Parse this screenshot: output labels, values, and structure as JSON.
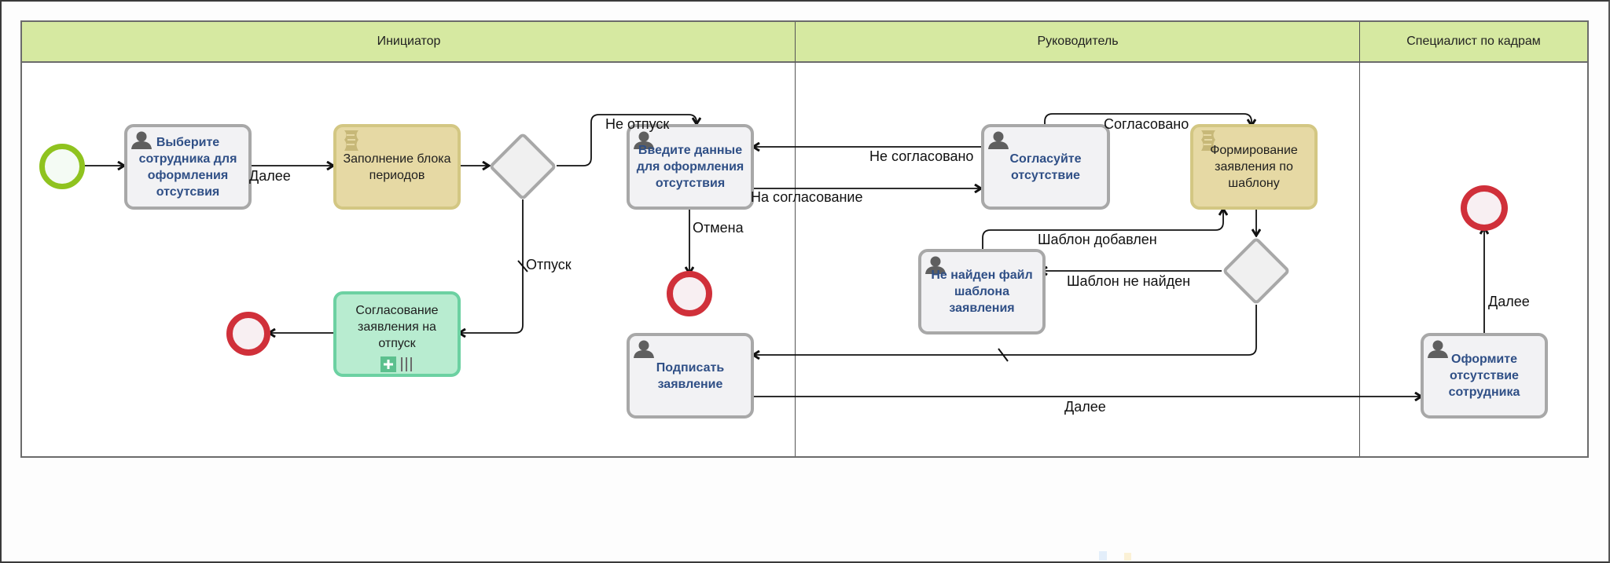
{
  "diagram": {
    "type": "bpmn-swimlane",
    "lanes": [
      {
        "id": "initiator",
        "label": "Инициатор"
      },
      {
        "id": "manager",
        "label": "Руководитель"
      },
      {
        "id": "hr",
        "label": "Специалист по кадрам"
      }
    ],
    "colors": {
      "lane_header": "#d6e9a1",
      "user_task_text": "#2f4f86",
      "script_task_fill": "#e6d9a4",
      "subprocess_fill": "#b8ecd0",
      "start_event": "#8fc31f",
      "end_event": "#d0303a"
    },
    "tasks": {
      "select_employee": {
        "label": "Выберите сотрудника для оформления отсутсвия",
        "kind": "user",
        "lane": "initiator"
      },
      "fill_periods": {
        "label": "Заполнение блока периодов",
        "kind": "script",
        "lane": "initiator"
      },
      "enter_data": {
        "label": "Введите данные для оформления отсутствия",
        "kind": "user",
        "lane": "initiator"
      },
      "approve_vacation": {
        "label": "Согласование заявления на отпуск",
        "kind": "subprocess",
        "lane": "initiator"
      },
      "sign_statement": {
        "label": "Подписать заявление",
        "kind": "user",
        "lane": "initiator"
      },
      "approve_absence": {
        "label": "Согласуйте отсутствие",
        "kind": "user",
        "lane": "manager"
      },
      "generate_statement": {
        "label": "Формирование заявления по шаблону",
        "kind": "script",
        "lane": "manager"
      },
      "template_not_found": {
        "label": "Не найден файл шаблона заявления",
        "kind": "user",
        "lane": "manager"
      },
      "register_absence": {
        "label": "Оформите отсутствие сотрудника",
        "kind": "user",
        "lane": "hr"
      }
    },
    "edge_labels": {
      "next_1": "Далее",
      "not_vacation": "Не отпуск",
      "vacation": "Отпуск",
      "cancel": "Отмена",
      "to_approval": "На согласование",
      "not_approved": "Не согласовано",
      "approved": "Согласовано",
      "template_added": "Шаблон добавлен",
      "template_missing": "Шаблон не найден",
      "next_2": "Далее",
      "next_3": "Далее"
    },
    "icons": {
      "user_task": "user-icon",
      "script_task": "script-icon",
      "subprocess_marker": "plus-icon",
      "multi_instance_marker": "parallel-bars-icon"
    }
  }
}
